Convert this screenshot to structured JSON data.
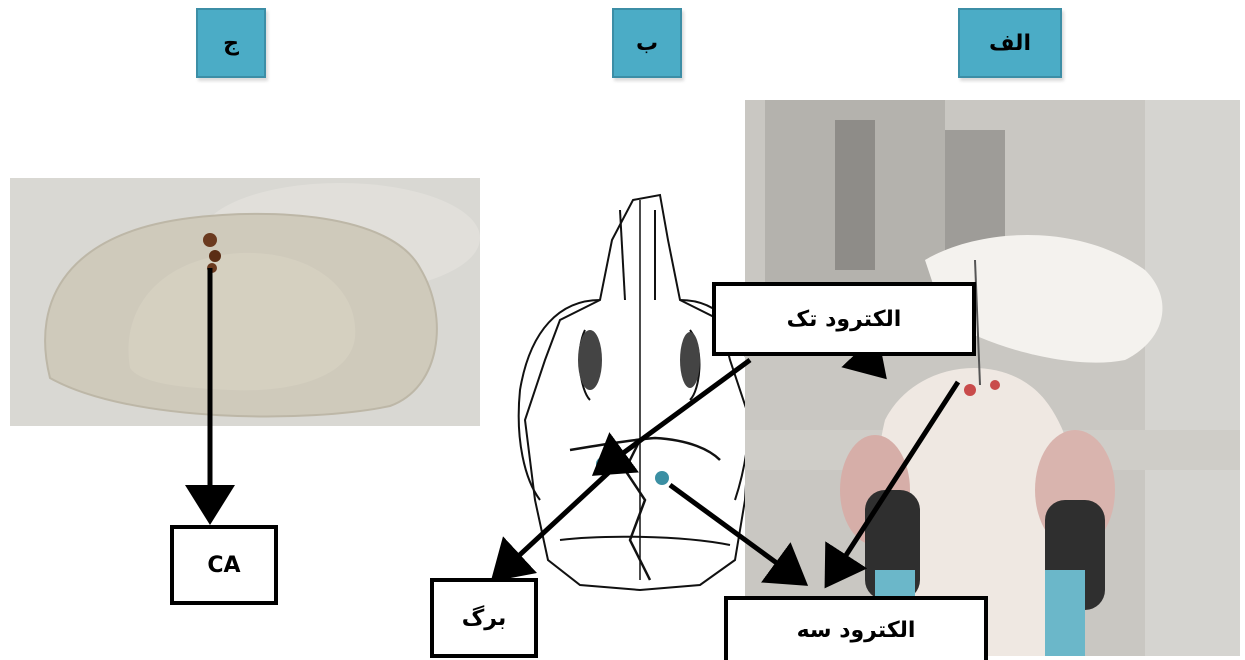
{
  "panels": {
    "a": {
      "label": "الف"
    },
    "b": {
      "label": "ب"
    },
    "c": {
      "label": "ج"
    }
  },
  "callouts": {
    "single_electrode": "الکترود تک",
    "three_electrode": "الکترود سه",
    "bregma": "برگ",
    "ca": "CA"
  },
  "colors": {
    "panel_fill": "#4bacc6",
    "implant_point": "#3b8fa3"
  }
}
